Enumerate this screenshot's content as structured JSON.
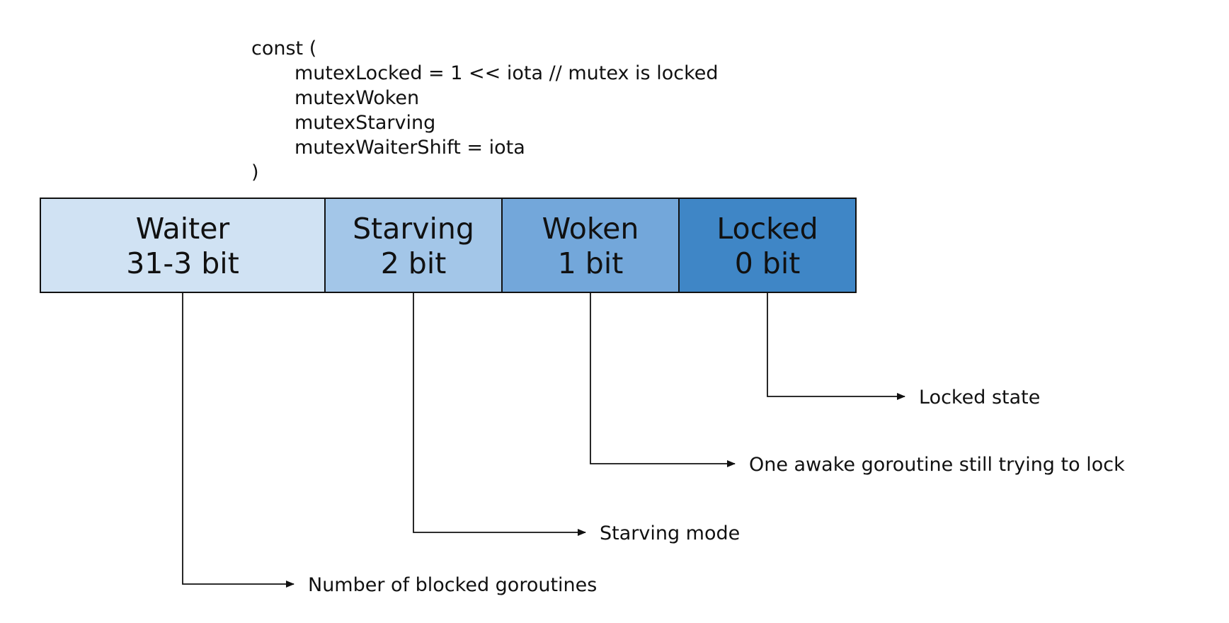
{
  "code": {
    "lines": [
      "const (",
      "mutexLocked = 1 << iota // mutex is locked",
      "mutexWoken",
      "mutexStarving",
      "mutexWaiterShift = iota",
      ")"
    ]
  },
  "fields": [
    {
      "name": "Waiter",
      "bits": "31-3 bit",
      "color": "#d0e2f3",
      "description": "Number of blocked goroutines"
    },
    {
      "name": "Starving",
      "bits": "2 bit",
      "color": "#a3c6e8",
      "description": "Starving mode"
    },
    {
      "name": "Woken",
      "bits": "1 bit",
      "color": "#73a7da",
      "description": "One awake goroutine still trying to lock"
    },
    {
      "name": "Locked",
      "bits": "0 bit",
      "color": "#3f86c6",
      "description": "Locked state"
    }
  ]
}
